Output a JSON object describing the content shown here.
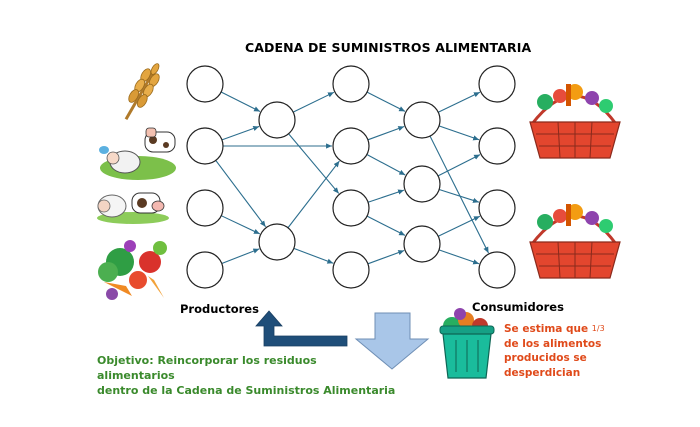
{
  "title": "CADENA DE SUMINISTROS ALIMENTARIA",
  "labels": {
    "producers": "Productores",
    "consumers": "Consumidores"
  },
  "objective": {
    "line1": "Objetivo: Reincorporar los residuos alimentarios",
    "line2": "dentro de la Cadena de Suministros Alimentaria"
  },
  "estimate": {
    "part1": "Se estima que",
    "fraction": "1/3",
    "line2": "de los alimentos",
    "line3": "producidos se",
    "line4": "desperdician"
  },
  "colors": {
    "arrow": "#2c6e8e",
    "node_stroke": "#222222",
    "return_arrow": "#1f4e79",
    "down_arrow_fill": "#a9c6e8",
    "down_arrow_stroke": "#6f8fb5",
    "objective_text": "#3a8a2c",
    "estimate_text": "#e04a1a"
  },
  "icons": {
    "producers": [
      "wheat-icon",
      "cows-sheep-icon",
      "sheep-cow-icon",
      "vegetables-icon"
    ],
    "consumers": [
      "food-basket-icon",
      "food-basket-icon"
    ],
    "waste": "food-waste-bin-icon"
  }
}
